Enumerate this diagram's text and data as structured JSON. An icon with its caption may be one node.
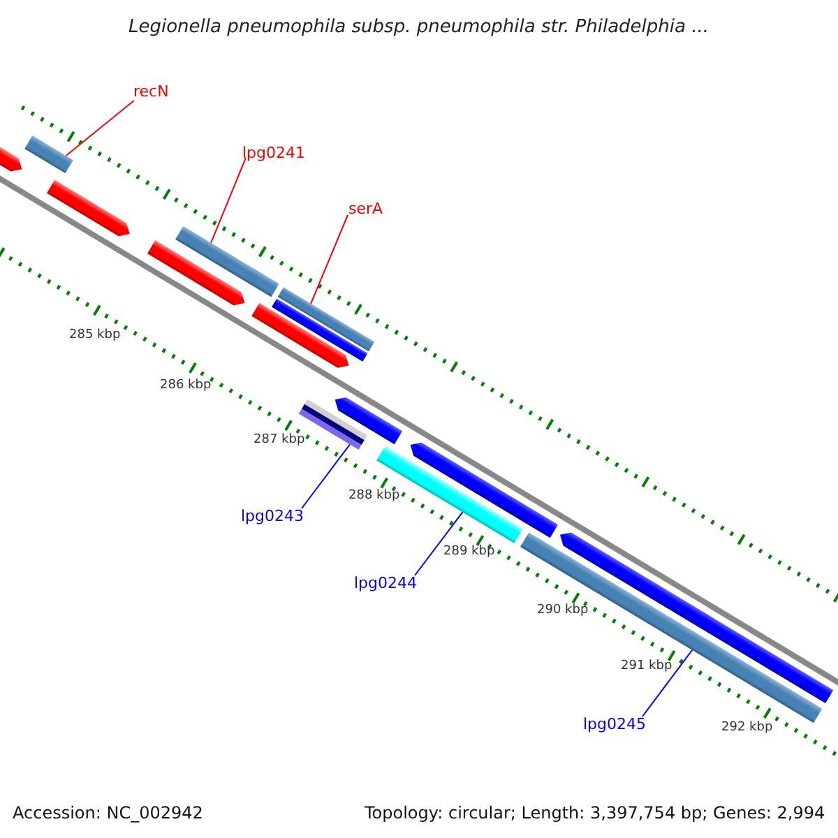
{
  "diagram": {
    "title": "Legionella pneumophila subsp. pneumophila str. Philadelphia ...",
    "nodes": [
      {
        "text": [
          "recN"
        ]
      },
      {
        "text": [
          "lpg0241"
        ]
      },
      {
        "text": [
          "serA"
        ]
      },
      {
        "text": [
          "lpg0243"
        ]
      },
      {
        "text": [
          "lpg0244"
        ]
      },
      {
        "text": [
          "lpg0245"
        ]
      },
      {
        "text": [],
        "shape": "bar"
      },
      {
        "text": [],
        "shape": "bar"
      },
      {
        "text": [],
        "shape": "bar"
      },
      {
        "text": [],
        "shape": "bar"
      },
      {
        "text": [],
        "shape": "bar"
      },
      {
        "text": [],
        "shape": "bar"
      },
      {
        "text": [],
        "shape": "bar"
      },
      {
        "text": [],
        "shape": "bar"
      },
      {
        "text": [],
        "shape": "bar"
      },
      {
        "text": [],
        "shape": "bar"
      },
      {
        "text": [],
        "shape": "bar"
      },
      {
        "text": [],
        "shape": "bar"
      },
      {
        "text": [],
        "shape": "bar"
      },
      {
        "text": [],
        "shape": "bar"
      }
    ],
    "edges": [
      {
        "from": 0,
        "to": 7,
        "arrow": "none",
        "color": "#ff0000"
      },
      {
        "from": 1,
        "to": 10,
        "arrow": "none",
        "color": "#ff0000"
      },
      {
        "from": 2,
        "to": 12,
        "arrow": "none",
        "color": "#ff0000"
      },
      {
        "from": 3,
        "to": 14,
        "arrow": "none",
        "color": "#0000ff"
      },
      {
        "from": 4,
        "to": 16,
        "arrow": "none",
        "color": "#0000ff"
      },
      {
        "from": 5,
        "to": 18,
        "arrow": "none",
        "color": "#0000ff"
      }
    ],
    "labels": [
      "285 kbp",
      "286 kbp",
      "287 kbp",
      "288 kbp",
      "289 kbp",
      "290 kbp",
      "291 kbp",
      "292 kbp",
      "Accession: NC_002942",
      "Topology: circular; Length: 3,397,754 bp; Genes: 2,994"
    ]
  }
}
